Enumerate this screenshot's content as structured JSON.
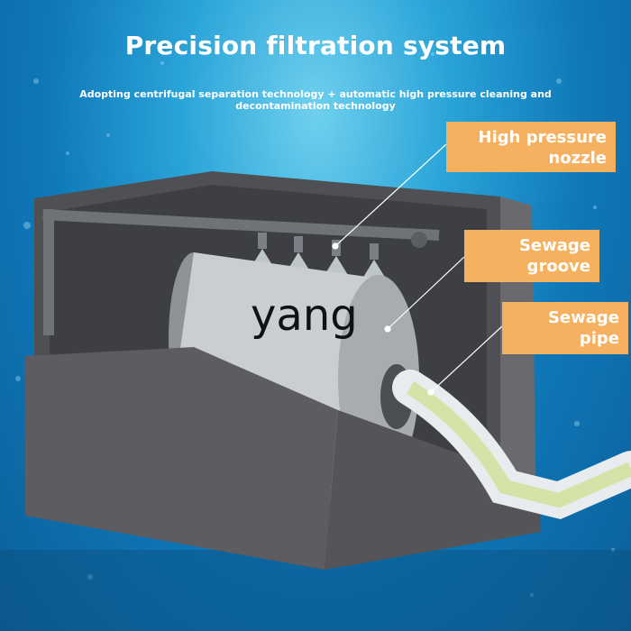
{
  "title": "Precision filtration system",
  "subtitle": "Adopting centrifugal separation technology + automatic high pressure cleaning and decontamination technology",
  "callouts": {
    "nozzle": {
      "line1": "High pressure",
      "line2": "nozzle"
    },
    "groove": {
      "line1": "Sewage",
      "line2": "groove"
    },
    "pipe": {
      "line1": "Sewage",
      "line2": "pipe"
    }
  },
  "watermark": "yang",
  "colors": {
    "water": "#1a8fcc",
    "callout": "#f6b160",
    "tank": "#5d5d61",
    "pipe": "#e8ecef"
  }
}
